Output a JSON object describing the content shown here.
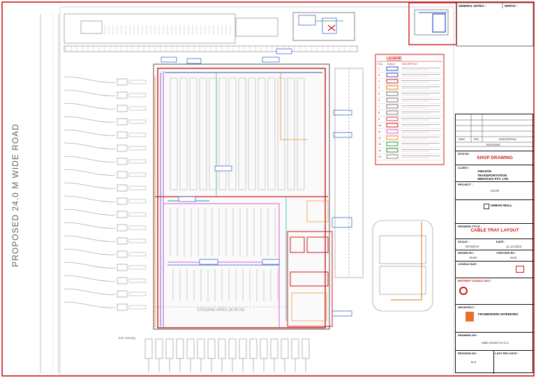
{
  "sheet": {
    "road_label": "PROPOSED 24.0 M WIDE ROAD",
    "staging_label": "STAGING AREA (6.00 M)",
    "exit_label": "Exit Canopy"
  },
  "general_notes": {
    "title": "GENERAL NOTES :-"
  },
  "north": {
    "title": "NORTH :-"
  },
  "legend": {
    "title": "LEGEND",
    "headers": [
      "S.No.",
      "Symbol",
      "DESCRIPTION"
    ],
    "rows": [
      {
        "no": "1",
        "color": "#2a56c6"
      },
      {
        "no": "2",
        "color": "#2a56c6"
      },
      {
        "no": "3",
        "color": "#d01818"
      },
      {
        "no": "4",
        "color": "#d87a1a"
      },
      {
        "no": "5",
        "color": "#777777"
      },
      {
        "no": "6",
        "color": "#777777"
      },
      {
        "no": "7",
        "color": "#777777"
      },
      {
        "no": "8",
        "color": "#777777"
      },
      {
        "no": "9",
        "color": "#e04040"
      },
      {
        "no": "10",
        "color": "#d01818"
      },
      {
        "no": "11",
        "color": "#e05ad0"
      },
      {
        "no": "12",
        "color": "#e8902a"
      },
      {
        "no": "13",
        "color": "#2aa04a"
      },
      {
        "no": "14",
        "color": "#3a8a3a"
      },
      {
        "no": "15",
        "color": "#888888"
      }
    ]
  },
  "revisions": {
    "headers": [
      "DATE",
      "REV",
      "DESCRIPTION"
    ],
    "caption": "REVISIONS"
  },
  "status": {
    "label": "STATUS :",
    "value": "SHOP DRAWING"
  },
  "client": {
    "label": "CLIENT :",
    "value": "AMAZON TRANSPORTATION SERVICES PVT. LTD."
  },
  "project": {
    "label": "PROJECT :",
    "value": "LKOO"
  },
  "architect": {
    "name": "URBAN WALL"
  },
  "drawing_title": {
    "label": "DRAWING TITLE :",
    "value": "CABLE TRAY LAYOUT"
  },
  "scale": {
    "label": "SCALE :",
    "value": "NTS@A0"
  },
  "date": {
    "label": "DATE :",
    "value": "11.12.2023"
  },
  "drawn_by": {
    "label": "DRAWN BY :",
    "value": "RAM"
  },
  "checked_by": {
    "label": "CHECKED BY :",
    "value": "M.M."
  },
  "consultant": {
    "label": "CONSULTANT :"
  },
  "mep_consultant": {
    "label": "MEP/MEP CONSULTANT :"
  },
  "contractor": {
    "label": "ARCHITECT :",
    "name": "FRAMEWORK INTERIORS"
  },
  "drawing_no": {
    "label": "DRAWING NO :",
    "value": "AMZ-LKOO-AC-0.1"
  },
  "revision_no": {
    "label": "REVISION NO :",
    "value": "R-0"
  },
  "last_rev_date": {
    "label": "LAST REV DATE :"
  }
}
